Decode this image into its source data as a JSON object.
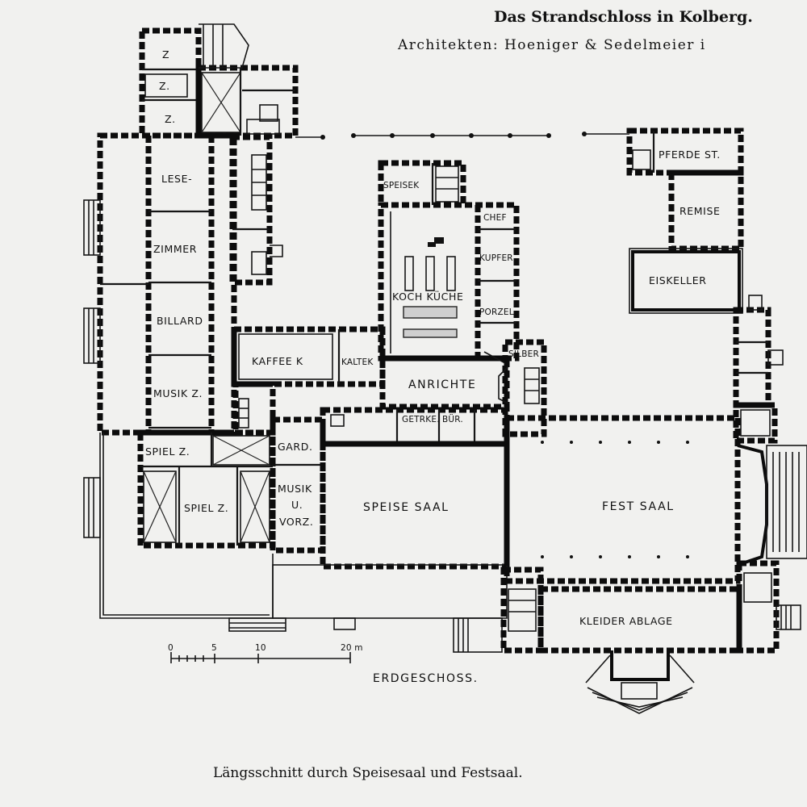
{
  "header": {
    "title": "Das Strandschloss in Kolberg.",
    "subtitle": "Architekten: Hoeniger & Sedelmeier i"
  },
  "caption": "Längsschnitt durch Speisesaal und Festsaal.",
  "plan": {
    "floor_label": "ERDGESCHOSS.",
    "scale": {
      "ticks": [
        "0",
        "5",
        "10",
        "20 m"
      ]
    },
    "rooms": {
      "z1": "Z",
      "z2": "Z.",
      "z3": "Z.",
      "lese": "LESE-",
      "zimmer": "ZIMMER",
      "billard": "BILLARD",
      "musik_z": "MUSIK Z.",
      "spiel_z1": "SPIEL Z.",
      "spiel_z2": "SPIEL Z.",
      "gard": "GARD.",
      "musik_vorz_1": "MUSIK",
      "musik_vorz_2": "U.",
      "musik_vorz_3": "VORZ.",
      "speisek": "SPEISEK",
      "chef": "CHEF",
      "kupfer": "KUPFER",
      "porzel": "PORZEL",
      "koch_kueche": "KOCH KÜCHE",
      "kaffee_k": "KAFFEE   K",
      "kaltek": "KALTEK",
      "silber": "SILBER",
      "anrichte": "ANRICHTE",
      "getrke": "GETRKE.",
      "buer": "BÜR.",
      "speise_saal": "SPEISE   SAAL",
      "fest_saal": "FEST SAAL",
      "kleider_ablage": "KLEIDER  ABLAGE",
      "pferde_st": "PFERDE  ST.",
      "remise": "REMISE",
      "eiskeller": "EISKELLER"
    }
  }
}
